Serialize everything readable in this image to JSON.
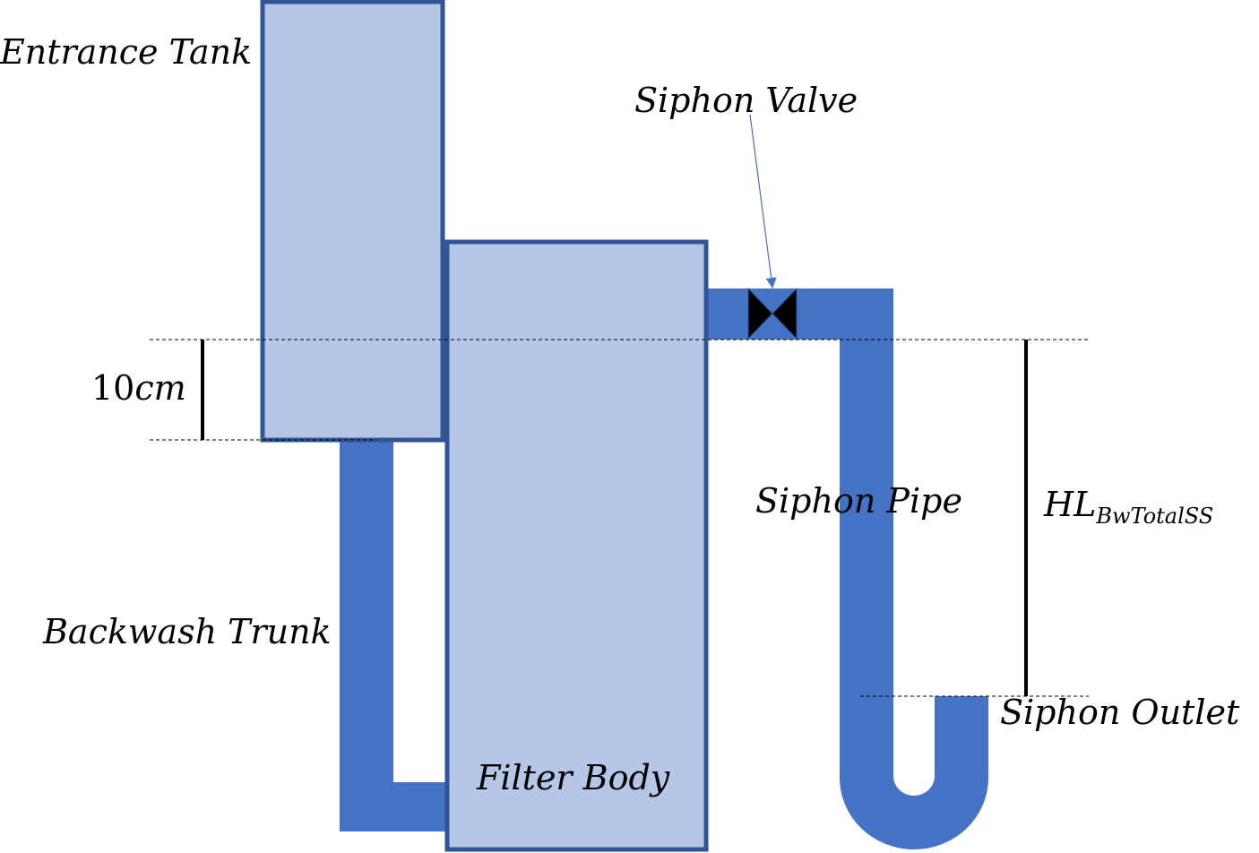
{
  "colors": {
    "tank_fill": "#b4c7e7",
    "tank_stroke": "#2f5597",
    "pipe": "#4472c4",
    "valve": "#000000",
    "arrow": "#4472c4",
    "dashed_line": "#000000",
    "dimension_line": "#000000"
  },
  "labels": {
    "entrance_tank": "Entrance Tank",
    "siphon_valve": "Siphon Valve",
    "filter_body": "Filter Body",
    "backwash_trunk": "Backwash Trunk",
    "siphon_pipe": "Siphon Pipe",
    "siphon_outlet": "Siphon Outlet",
    "dim_10": {
      "value": "10",
      "unit": "cm"
    },
    "head_loss": {
      "main": "HL",
      "subscript": "BwTotalSS"
    }
  },
  "icons": {
    "valve": "bowtie-valve-icon",
    "arrow": "pointer-arrow-icon"
  }
}
